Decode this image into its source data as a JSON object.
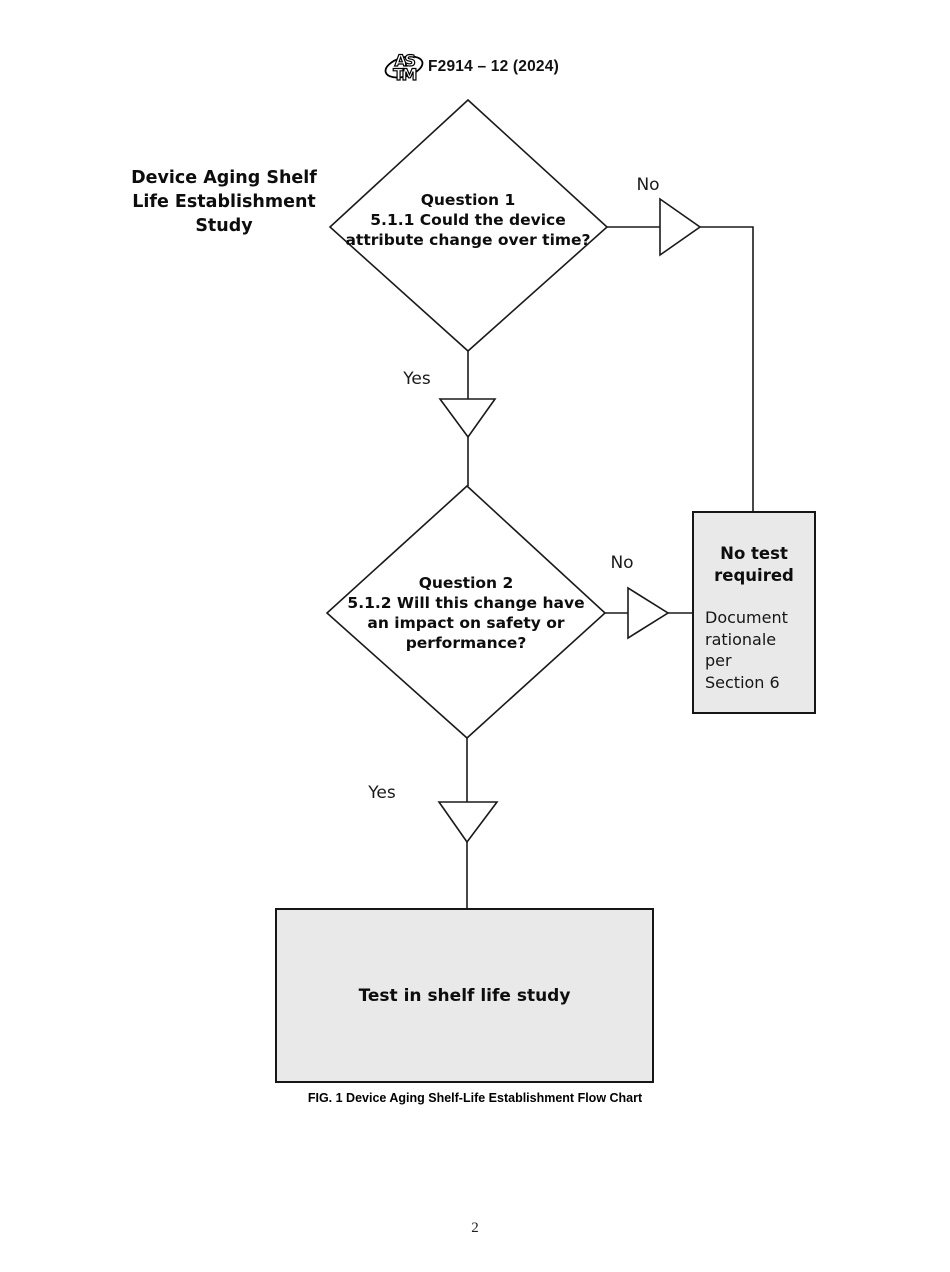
{
  "header": {
    "standard_code": "F2914 – 12 (2024)",
    "logo_row1": "AS",
    "logo_row2": "TM"
  },
  "study_title": "Device Aging Shelf\nLife Establishment\nStudy",
  "flowchart": {
    "question1": "Question 1\n5.1.1 Could the device\nattribute change over time?",
    "question1_no_label": "No",
    "question1_yes_label": "Yes",
    "question2": "Question 2\n5.1.2 Will this change have\nan impact on safety or\nperformance?",
    "question2_no_label": "No",
    "question2_yes_label": "Yes",
    "no_test_box": {
      "heading": "No test\nrequired",
      "body": "Document\nrationale per\nSection 6"
    },
    "test_box_label": "Test in shelf life study",
    "box_fill_color": "#e9e9e9",
    "line_color": "#1a1a1a"
  },
  "figure_caption": "FIG. 1 Device Aging Shelf-Life Establishment Flow Chart",
  "page_number": "2"
}
